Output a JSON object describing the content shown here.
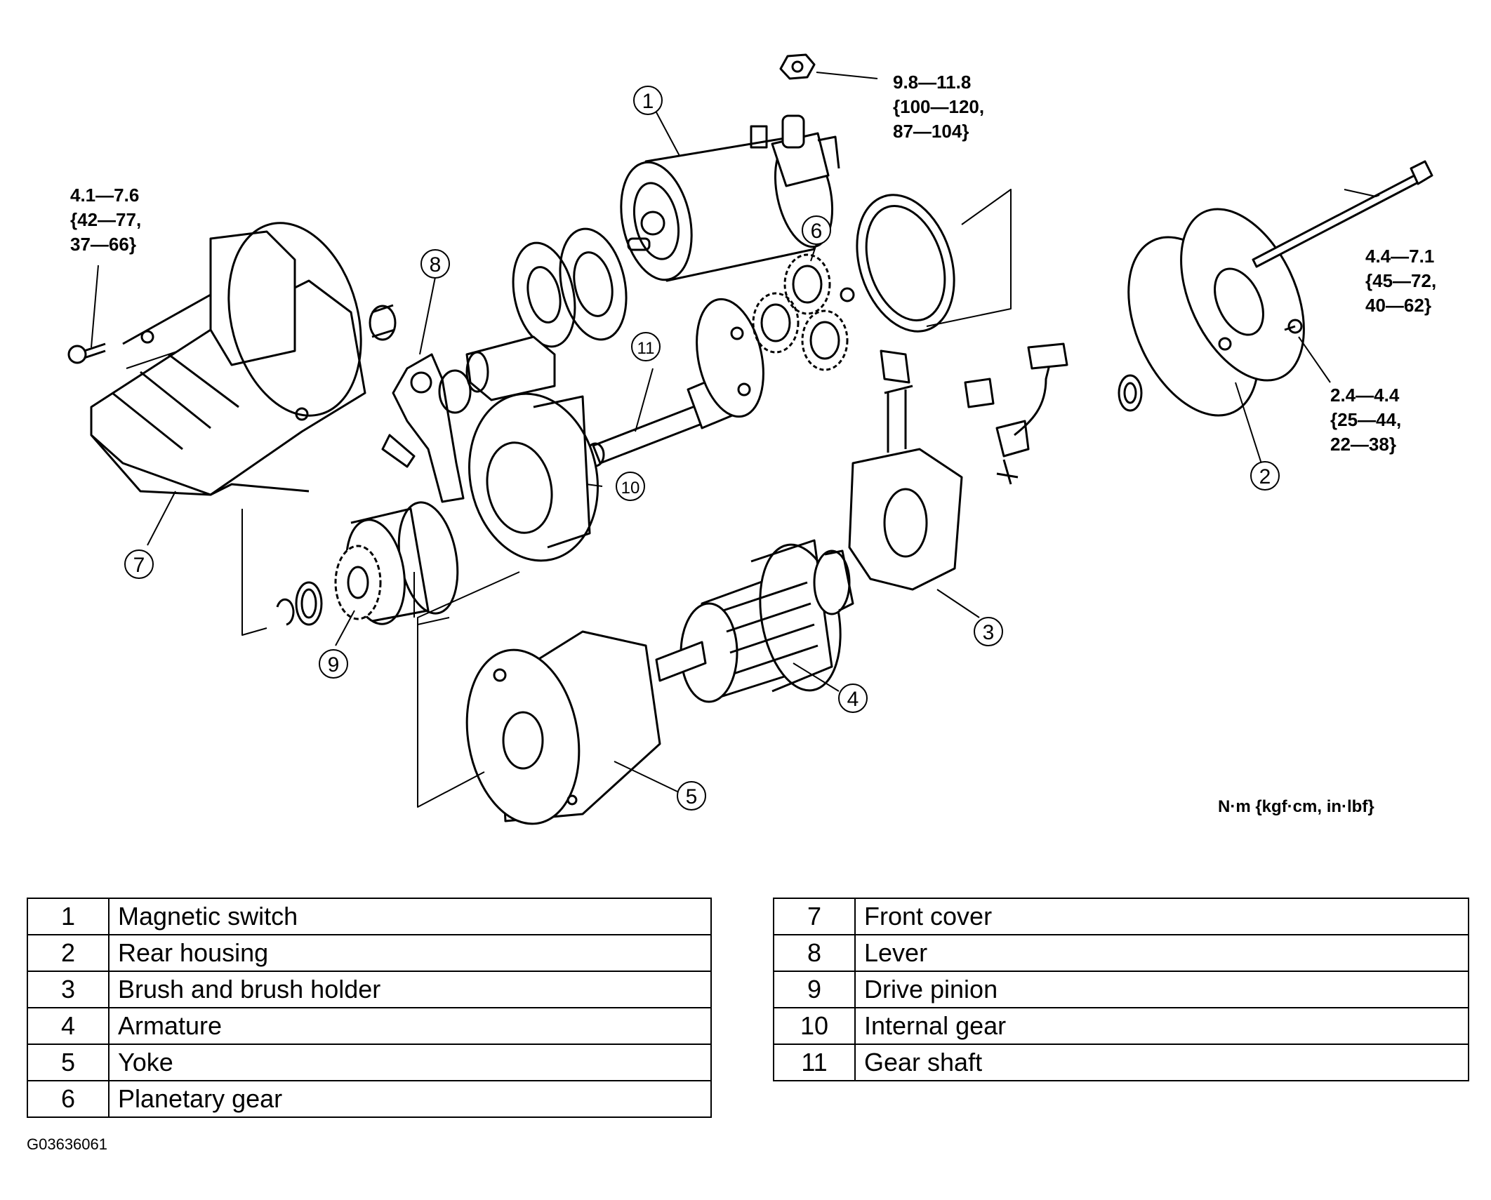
{
  "callouts": {
    "c1": "1",
    "c2": "2",
    "c3": "3",
    "c4": "4",
    "c5": "5",
    "c6": "6",
    "c7": "7",
    "c8": "8",
    "c9": "9",
    "c10": "10",
    "c11": "11"
  },
  "torque_specs": {
    "magnetic_switch_nut": [
      "9.8—11.8",
      "{100—120,",
      "87—104}"
    ],
    "front_cover_bolt": [
      "4.1—7.6",
      "{42—77,",
      "37—66}"
    ],
    "through_bolt": [
      "4.4—7.1",
      "{45—72,",
      "40—62}"
    ],
    "rear_housing_screw": [
      "2.4—4.4",
      "{25—44,",
      "22—38}"
    ]
  },
  "units_note": "N·m {kgf·cm, in·lbf}",
  "parts_left": [
    {
      "num": "1",
      "name": "Magnetic switch"
    },
    {
      "num": "2",
      "name": "Rear housing"
    },
    {
      "num": "3",
      "name": "Brush and brush holder"
    },
    {
      "num": "4",
      "name": "Armature"
    },
    {
      "num": "5",
      "name": "Yoke"
    },
    {
      "num": "6",
      "name": "Planetary gear"
    }
  ],
  "parts_right": [
    {
      "num": "7",
      "name": "Front cover"
    },
    {
      "num": "8",
      "name": "Lever"
    },
    {
      "num": "9",
      "name": "Drive pinion"
    },
    {
      "num": "10",
      "name": "Internal gear"
    },
    {
      "num": "11",
      "name": "Gear shaft"
    }
  ],
  "figure_id": "G03636061"
}
